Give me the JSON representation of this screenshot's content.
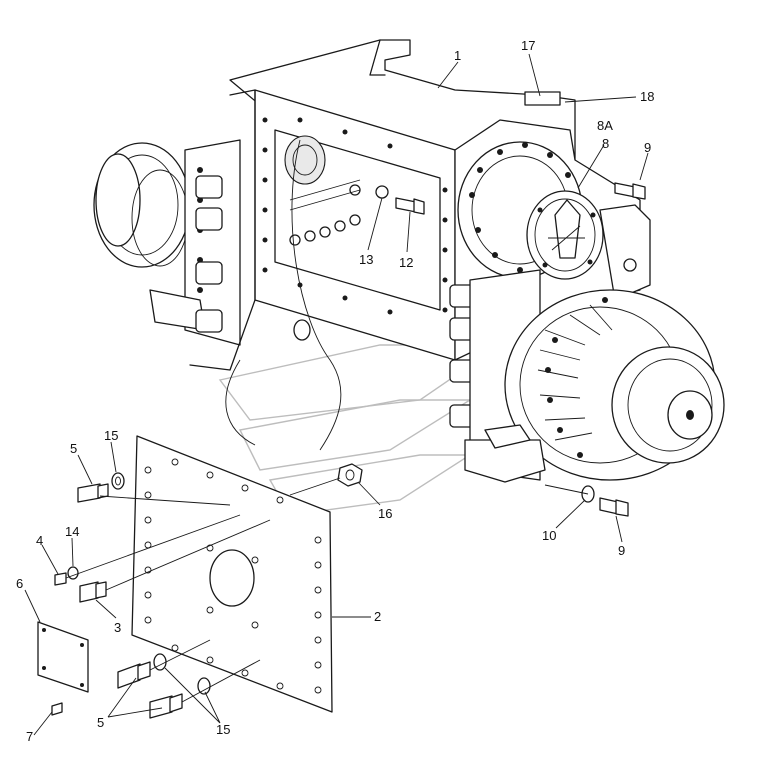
{
  "callouts": [
    {
      "id": "c1",
      "text": "1"
    },
    {
      "id": "c17",
      "text": "17"
    },
    {
      "id": "c18",
      "text": "18"
    },
    {
      "id": "c8a",
      "text": "8A"
    },
    {
      "id": "c8",
      "text": "8"
    },
    {
      "id": "c9a",
      "text": "9"
    },
    {
      "id": "c13",
      "text": "13"
    },
    {
      "id": "c12",
      "text": "12"
    },
    {
      "id": "c15a",
      "text": "15"
    },
    {
      "id": "c5a",
      "text": "5"
    },
    {
      "id": "c16",
      "text": "16"
    },
    {
      "id": "c10",
      "text": "10"
    },
    {
      "id": "c9b",
      "text": "9"
    },
    {
      "id": "c4",
      "text": "4"
    },
    {
      "id": "c14",
      "text": "14"
    },
    {
      "id": "c6",
      "text": "6"
    },
    {
      "id": "c3",
      "text": "3"
    },
    {
      "id": "c2",
      "text": "2"
    },
    {
      "id": "c5b",
      "text": "5"
    },
    {
      "id": "c15b",
      "text": "15"
    },
    {
      "id": "c7",
      "text": "7"
    }
  ]
}
